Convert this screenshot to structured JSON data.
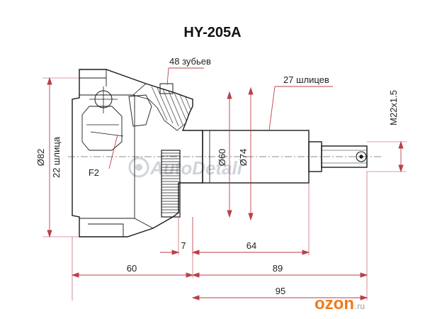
{
  "title": "HY-205A",
  "callouts": {
    "teeth": "48 зубьев",
    "splines": "27 шлицев",
    "thread": "M22x1.5",
    "f2": "F2"
  },
  "left_labels": {
    "outer_diameter": "Ø82",
    "inner_splines": "22 шлица"
  },
  "diameters": {
    "d60": "Ø60",
    "d74": "Ø74"
  },
  "dimensions": {
    "d7": "7",
    "d64": "64",
    "d60": "60",
    "d89": "89",
    "d95": "95"
  },
  "watermark": {
    "text": "AutoDetali",
    "brand_icon": "autodetali-gear-icon"
  },
  "logo": {
    "brand": "ozon",
    "domain": ".ru",
    "icon": "ozon-logo-icon"
  },
  "colors": {
    "line": "#1a1a1a",
    "dim_line": "#b8414a",
    "logo": "#f07a1a",
    "watermark": "#c9cdd6"
  }
}
